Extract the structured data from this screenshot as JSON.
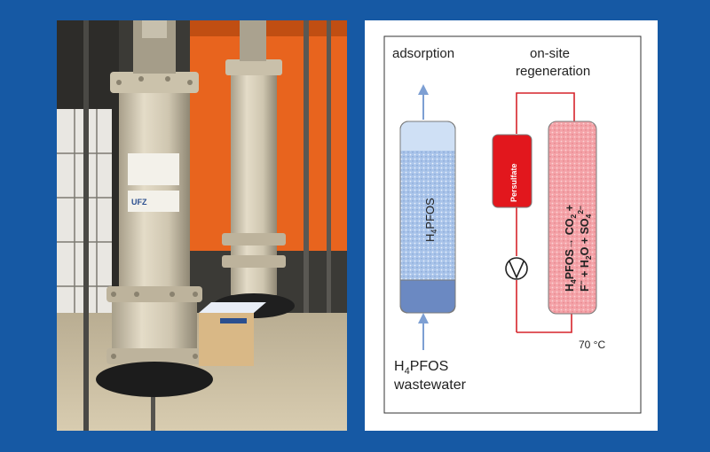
{
  "photo": {
    "label_ufz": "UFZ"
  },
  "diagram": {
    "title_left": "adsorption",
    "title_right_line1": "on-site",
    "title_right_line2": "regeneration",
    "column_label_base": "H",
    "column_label_sub": "4",
    "column_label_rest": "PFOS",
    "persulfate": "Persulfate",
    "reaction_line1_a": "H",
    "reaction_line1_sub": "4",
    "reaction_line1_b": "PFOS",
    "reaction_arrow": "→",
    "reaction_line1_c": " CO",
    "reaction_line1_sub2": "2",
    "reaction_line1_d": " +",
    "reaction_line2_a": "F",
    "reaction_line2_sup": "−",
    "reaction_line2_b": " + H",
    "reaction_line2_sub": "2",
    "reaction_line2_c": "O + SO",
    "reaction_line2_sub2": "4",
    "reaction_line2_sup2": "2−",
    "temperature": "70 °C",
    "input_label_base": "H",
    "input_label_sub": "4",
    "input_label_rest": "PFOS",
    "input_label_line2": "wastewater"
  },
  "colors": {
    "background": "#1659a4",
    "column_light_blue": "#cfe0f5",
    "column_bottom_blue": "#6b89c2",
    "persulfate_red": "#e2171d",
    "regen_pink": "#f4a3a8",
    "pipe_red": "#d6242b",
    "arrow_blue": "#7d9fd3"
  }
}
